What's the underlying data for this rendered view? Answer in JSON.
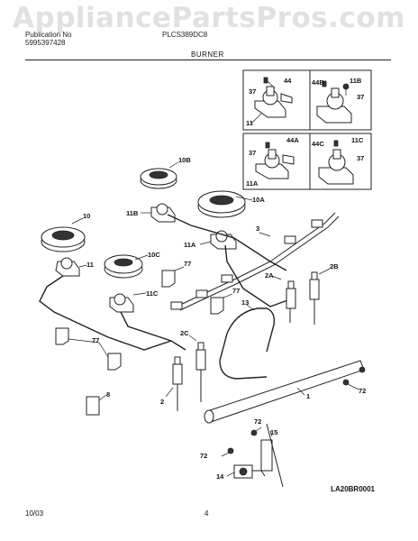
{
  "watermark": "AppliancePartsPros.com",
  "header": {
    "publication_label": "Publication No",
    "publication_number": "5995397428",
    "model": "PLCS389DC8"
  },
  "section_title": "BURNER",
  "diagram_code": "LA20BR0001",
  "footer": {
    "date": "10/03",
    "page": "4"
  },
  "callouts": {
    "c10": "10",
    "c10A": "10A",
    "c10B": "10B",
    "c10C": "10C",
    "c11": "11",
    "c11A": "11A",
    "c11B": "11B",
    "c11C": "11C",
    "c2": "2",
    "c2A": "2A",
    "c2B": "2B",
    "c2C": "2C",
    "c3": "3",
    "c13": "13",
    "c1": "1",
    "c8": "8",
    "c77a": "77",
    "c77b": "77",
    "c77c": "77",
    "c72a": "72",
    "c72b": "72",
    "c72c": "72",
    "c14": "14",
    "c15": "15"
  },
  "insets": [
    {
      "callouts": {
        "screw": "44",
        "bracket": "37",
        "valve": "11"
      }
    },
    {
      "callouts": {
        "screw": "44B",
        "valve_top": "11B",
        "bracket": "37"
      }
    },
    {
      "callouts": {
        "screw": "44A",
        "bracket": "37",
        "valve": "11A"
      }
    },
    {
      "callouts": {
        "screw": "44C",
        "valve_top": "11C",
        "bracket": "37"
      }
    }
  ]
}
